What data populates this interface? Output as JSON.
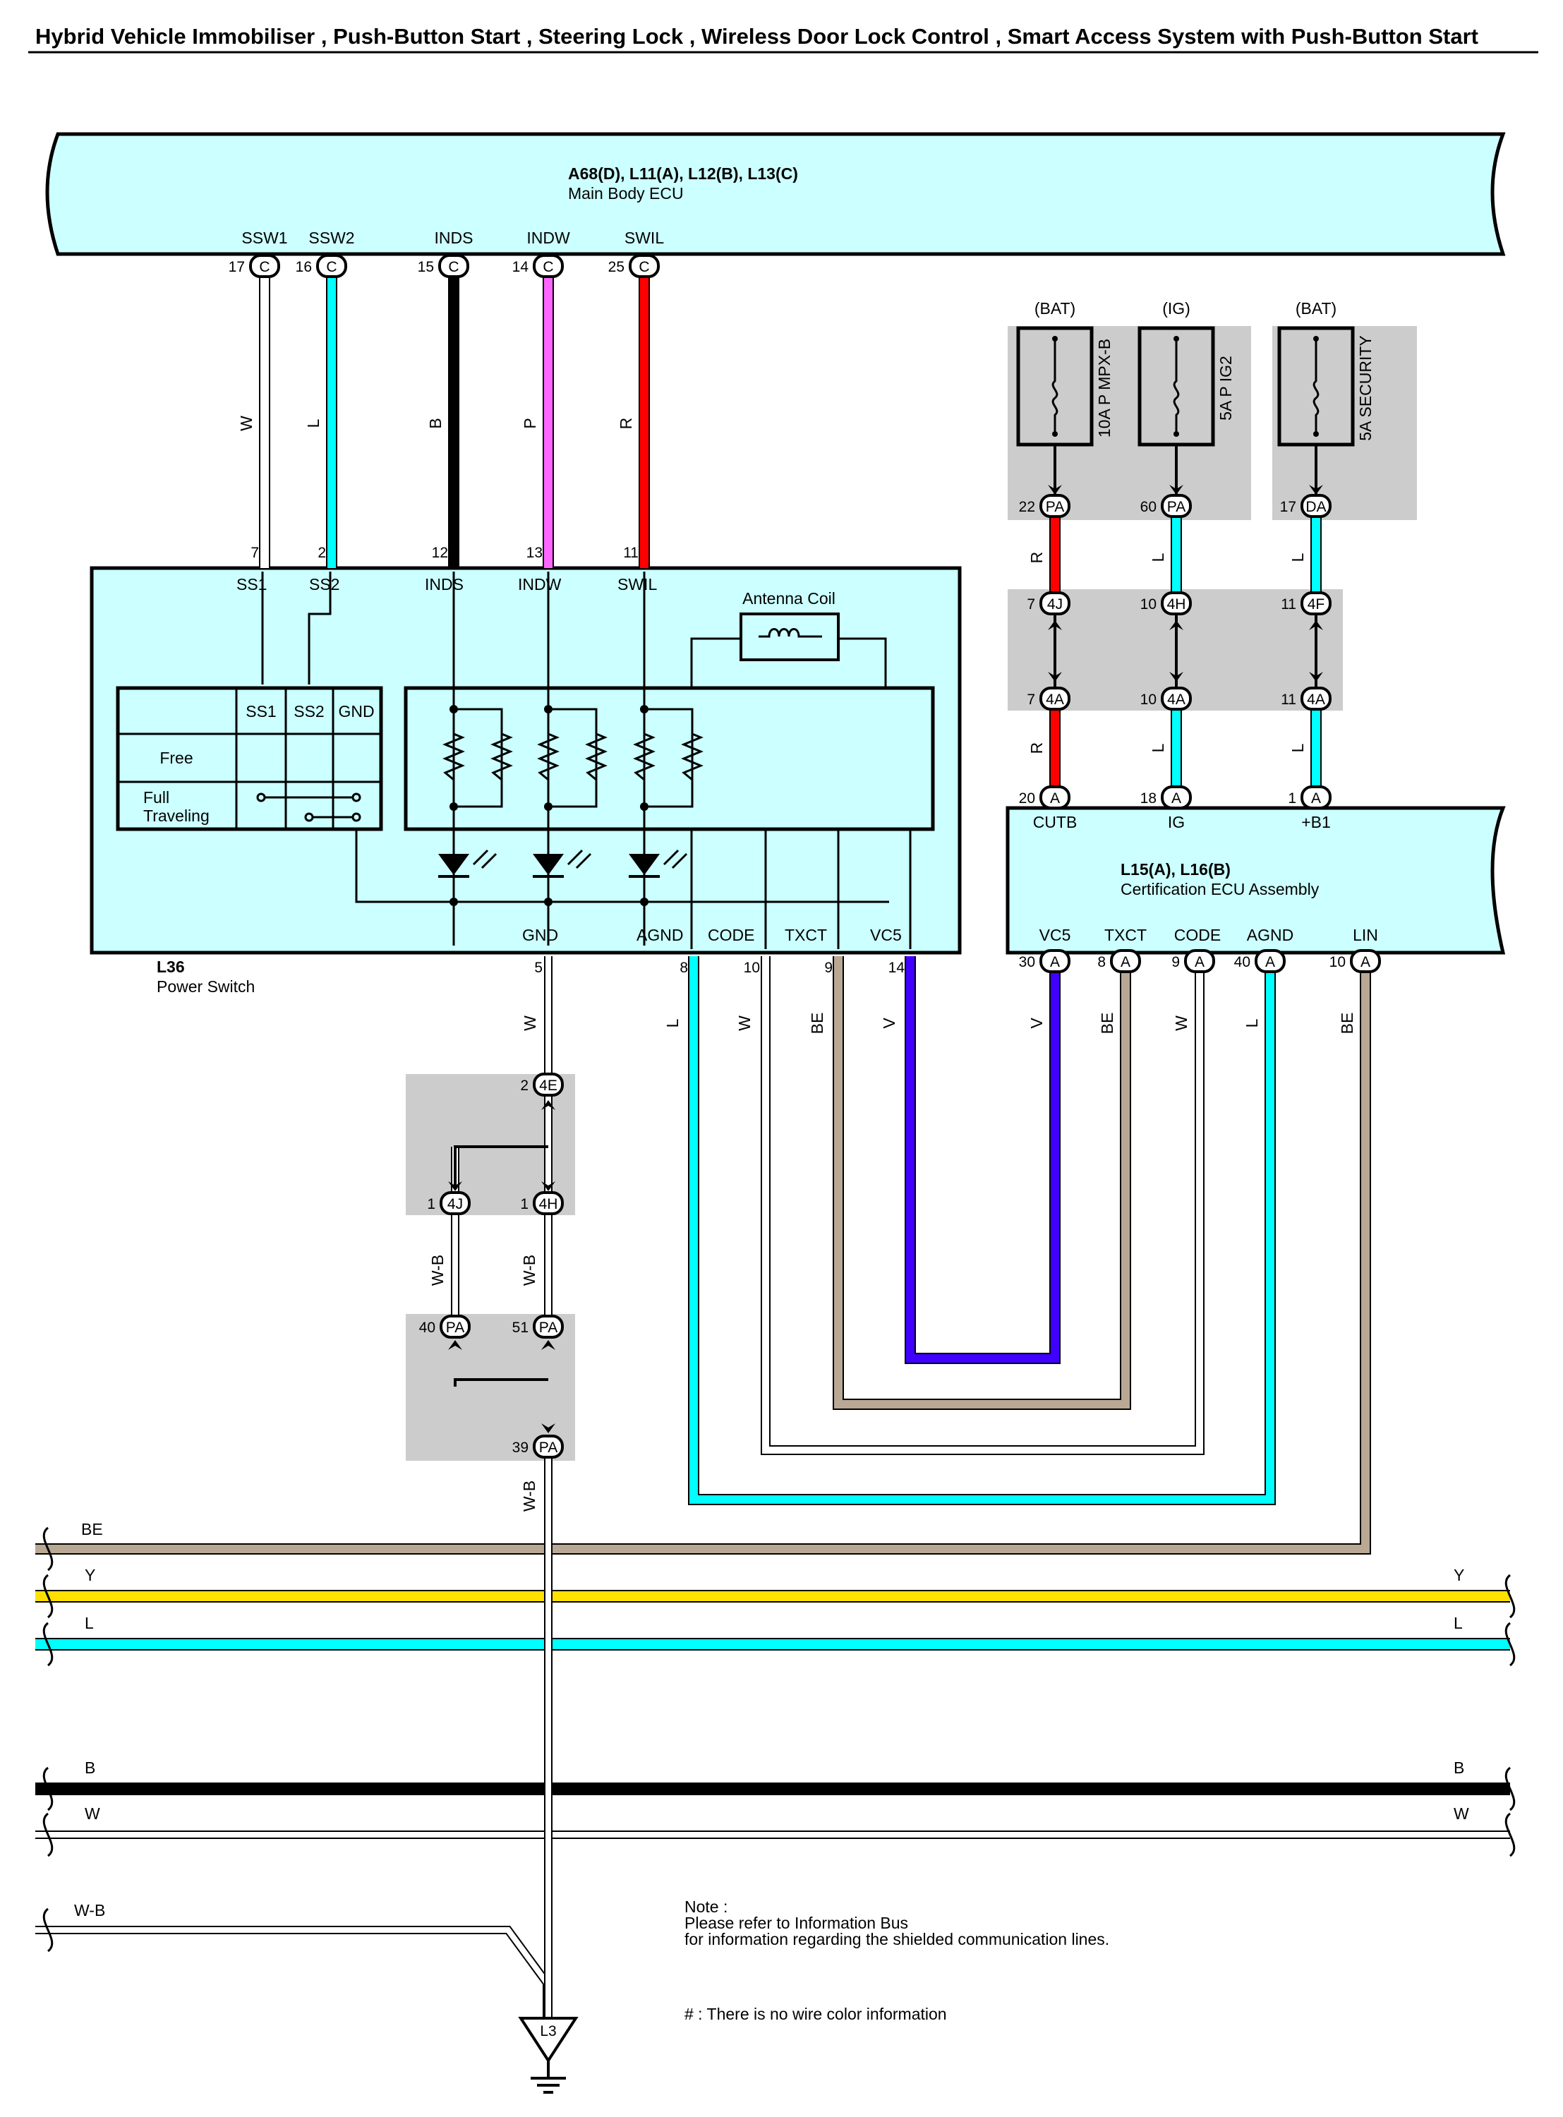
{
  "title": "Hybrid Vehicle Immobiliser , Push-Button Start , Steering Lock , Wireless Door Lock Control , Smart Access System with Push-Button Start",
  "main_body_ecu": {
    "code": "A68(D), L11(A), L12(B), L13(C)",
    "name": "Main Body ECU",
    "pins": [
      {
        "label": "SSW1",
        "num": "17",
        "conn": "C",
        "color": "W"
      },
      {
        "label": "SSW2",
        "num": "16",
        "conn": "C",
        "color": "L"
      },
      {
        "label": "INDS",
        "num": "15",
        "conn": "C",
        "color": "B"
      },
      {
        "label": "INDW",
        "num": "14",
        "conn": "C",
        "color": "P"
      },
      {
        "label": "SWIL",
        "num": "25",
        "conn": "C",
        "color": "R"
      }
    ]
  },
  "power_switch": {
    "code": "L36",
    "name": "Power Switch",
    "top_pins": [
      {
        "label": "SS1",
        "num": "7"
      },
      {
        "label": "SS2",
        "num": "2"
      },
      {
        "label": "INDS",
        "num": "12"
      },
      {
        "label": "INDW",
        "num": "13"
      },
      {
        "label": "SWIL",
        "num": "11"
      }
    ],
    "bottom_pins": [
      {
        "label": "GND",
        "num": "5",
        "color": "W"
      },
      {
        "label": "AGND",
        "num": "8",
        "color": "L"
      },
      {
        "label": "CODE",
        "num": "10",
        "color": "W"
      },
      {
        "label": "TXCT",
        "num": "9",
        "color": "BE"
      },
      {
        "label": "VC5",
        "num": "14",
        "color": "V"
      }
    ],
    "antenna": "Antenna Coil",
    "table": {
      "headers": [
        "SS1",
        "SS2",
        "GND"
      ],
      "rows": [
        "Free",
        "Full",
        "Traveling"
      ]
    }
  },
  "fuses": [
    {
      "source": "(BAT)",
      "rating": "10A",
      "name": "P MPX-B",
      "pin": "22",
      "conn": "PA"
    },
    {
      "source": "(IG)",
      "rating": "5A",
      "name": "P IG2",
      "pin": "60",
      "conn": "PA"
    },
    {
      "source": "(BAT)",
      "rating": "5A",
      "name": "SECURITY",
      "pin": "17",
      "conn": "DA"
    }
  ],
  "fuse_wires": [
    {
      "color": "R",
      "j1pin": "7",
      "j1conn": "4J",
      "j2pin": "7",
      "j2conn": "4A"
    },
    {
      "color": "L",
      "j1pin": "10",
      "j1conn": "4H",
      "j2pin": "10",
      "j2conn": "4A"
    },
    {
      "color": "L",
      "j1pin": "11",
      "j1conn": "4F",
      "j2pin": "11",
      "j2conn": "4A"
    }
  ],
  "cert_ecu": {
    "code": "L15(A), L16(B)",
    "name": "Certification ECU Assembly",
    "top_pins": [
      {
        "label": "CUTB",
        "num": "20",
        "conn": "A"
      },
      {
        "label": "IG",
        "num": "18",
        "conn": "A"
      },
      {
        "label": "+B1",
        "num": "1",
        "conn": "A"
      }
    ],
    "bottom_pins": [
      {
        "label": "VC5",
        "num": "30",
        "conn": "A",
        "color": "V"
      },
      {
        "label": "TXCT",
        "num": "8",
        "conn": "A",
        "color": "BE"
      },
      {
        "label": "CODE",
        "num": "9",
        "conn": "A",
        "color": "W"
      },
      {
        "label": "AGND",
        "num": "40",
        "conn": "A",
        "color": "L"
      },
      {
        "label": "LIN",
        "num": "10",
        "conn": "A",
        "color": "BE"
      }
    ]
  },
  "ground_junctions": {
    "j4e": {
      "pin": "2",
      "conn": "4E"
    },
    "j4j": {
      "pin": "1",
      "conn": "4J"
    },
    "j4h": {
      "pin": "1",
      "conn": "4H"
    },
    "wb_left": "W-B",
    "wb_right": "W-B",
    "pa40": {
      "pin": "40",
      "conn": "PA"
    },
    "pa51": {
      "pin": "51",
      "conn": "PA"
    },
    "pa39": {
      "pin": "39",
      "conn": "PA"
    },
    "wb_down": "W-B",
    "ground_point": "L3"
  },
  "bus_lines": [
    {
      "name": "BE",
      "hex": "#b9a893",
      "right": ""
    },
    {
      "name": "Y",
      "hex": "#ffe000",
      "right": "Y"
    },
    {
      "name": "L",
      "hex": "#00ffff",
      "right": "L"
    },
    {
      "name": "B",
      "hex": "#000000",
      "right": "B"
    },
    {
      "name": "W",
      "hex": "#ffffff",
      "right": "W"
    },
    {
      "name": "W-B",
      "hex": "#ffffff",
      "right": ""
    }
  ],
  "note": {
    "heading": "Note :",
    "line1": "Please refer to Information Bus",
    "line2": "for information regarding the shielded communication lines.",
    "footnote": "# : There is no wire color information"
  },
  "colors": {
    "L": "#00ffff",
    "R": "#ff0000",
    "B": "#000000",
    "P": "#ff66ff",
    "V": "#4000ff",
    "BE": "#b9a893",
    "Y": "#ffe000",
    "W": "#ffffff",
    "component_fill": "#ccffff",
    "junction_box": "#cccccc"
  }
}
